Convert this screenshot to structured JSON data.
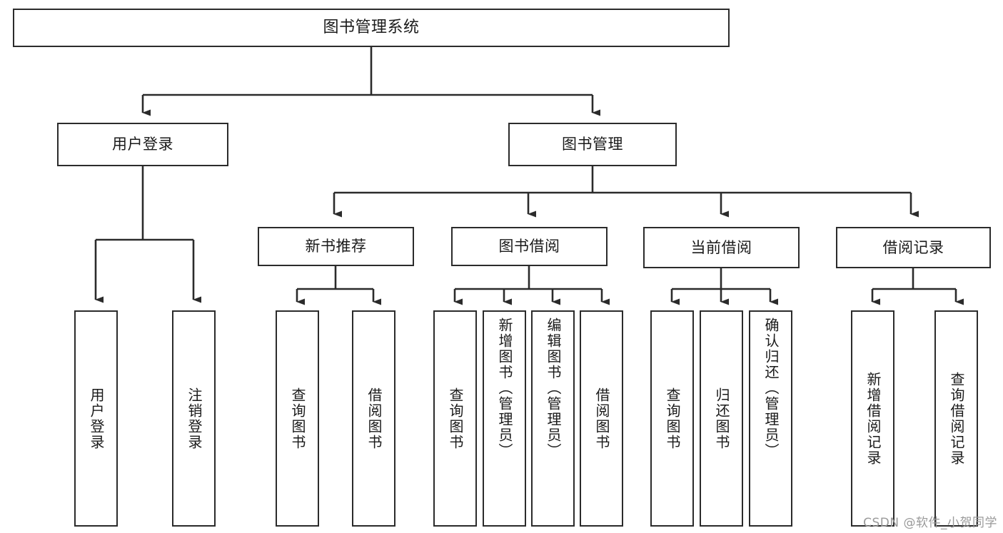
{
  "diagram": {
    "title": "图书管理系统",
    "watermark": "CSDN @软件_小贺同学",
    "line_color": "#2b2b2b",
    "box_border_color": "#2b2b2b",
    "box_fill_color": "#ffffff",
    "text_color": "#1a1a1a",
    "watermark_color": "#9a9a9a"
  },
  "nodes": {
    "root": {
      "label": "图书管理系统"
    },
    "level1": [
      {
        "label": "用户登录"
      },
      {
        "label": "图书管理"
      }
    ],
    "level2": [
      {
        "label": "新书推荐"
      },
      {
        "label": "图书借阅"
      },
      {
        "label": "当前借阅"
      },
      {
        "label": "借阅记录"
      }
    ],
    "leaves": {
      "user_login": [
        {
          "label": "用户登录"
        },
        {
          "label": "注销登录"
        }
      ],
      "new_book_recommend": [
        {
          "label": "查询图书"
        },
        {
          "label": "借阅图书"
        }
      ],
      "book_borrow": [
        {
          "label": "查询图书"
        },
        {
          "label": "新增图书（管理员）"
        },
        {
          "label": "编辑图书（管理员）"
        },
        {
          "label": "借阅图书"
        }
      ],
      "current_borrow": [
        {
          "label": "查询图书"
        },
        {
          "label": "归还图书"
        },
        {
          "label": "确认归还（管理员）"
        }
      ],
      "borrow_record": [
        {
          "label": "新增借阅记录"
        },
        {
          "label": "查询借阅记录"
        }
      ]
    }
  }
}
